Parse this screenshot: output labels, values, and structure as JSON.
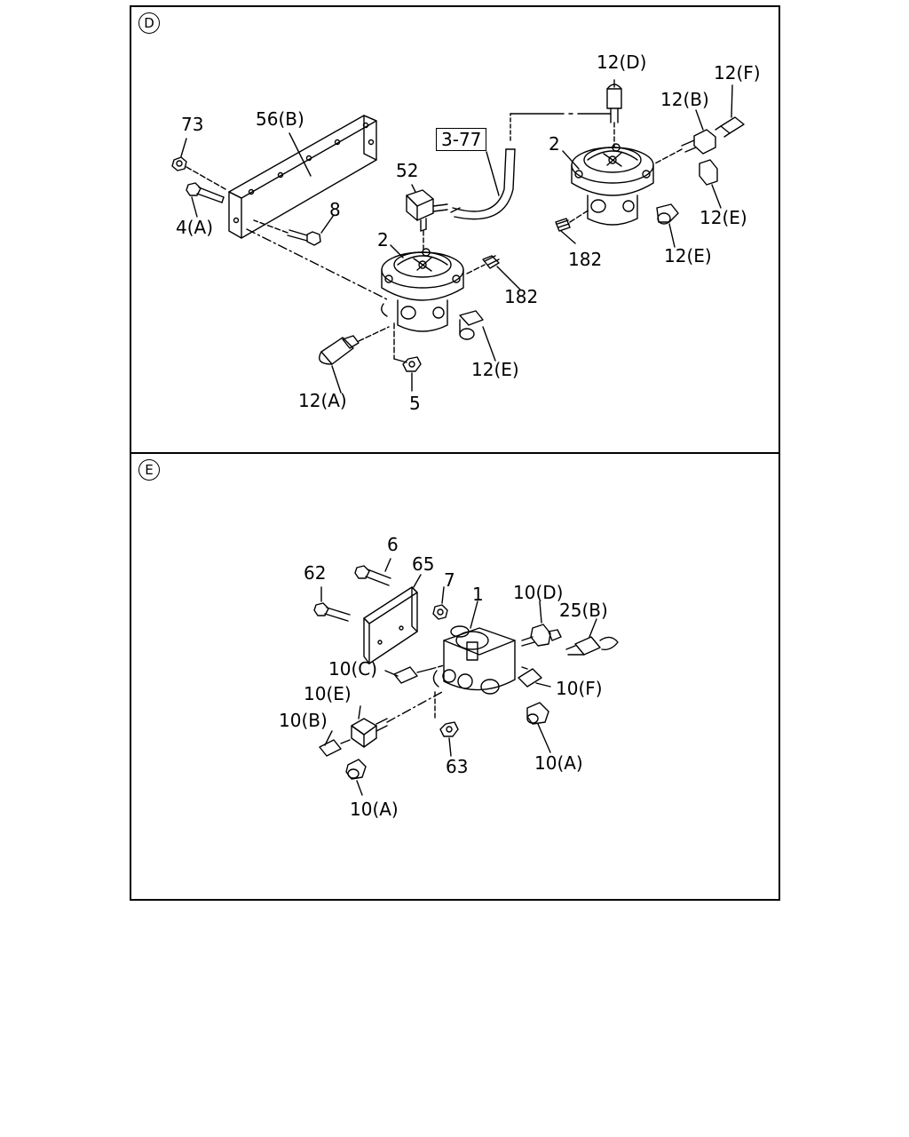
{
  "panel_d": {
    "id": "D",
    "reference_box": "3-77",
    "labels": {
      "p73": "73",
      "p56b": "56(B)",
      "p4a": "4(A)",
      "p8": "8",
      "p52": "52",
      "p2_left": "2",
      "p182_left": "182",
      "p12e_left": "12(E)",
      "p12a": "12(A)",
      "p5": "5",
      "p12d": "12(D)",
      "p12f": "12(F)",
      "p12b": "12(B)",
      "p2_right": "2",
      "p12e_right1": "12(E)",
      "p182_right": "182",
      "p12e_right2": "12(E)"
    }
  },
  "panel_e": {
    "id": "E",
    "labels": {
      "p6": "6",
      "p65": "65",
      "p62": "62",
      "p7": "7",
      "p1": "1",
      "p10d": "10(D)",
      "p25b": "25(B)",
      "p10c": "10(C)",
      "p10f": "10(F)",
      "p10e": "10(E)",
      "p10b": "10(B)",
      "p63": "63",
      "p10a_right": "10(A)",
      "p10a_bottom": "10(A)"
    }
  }
}
